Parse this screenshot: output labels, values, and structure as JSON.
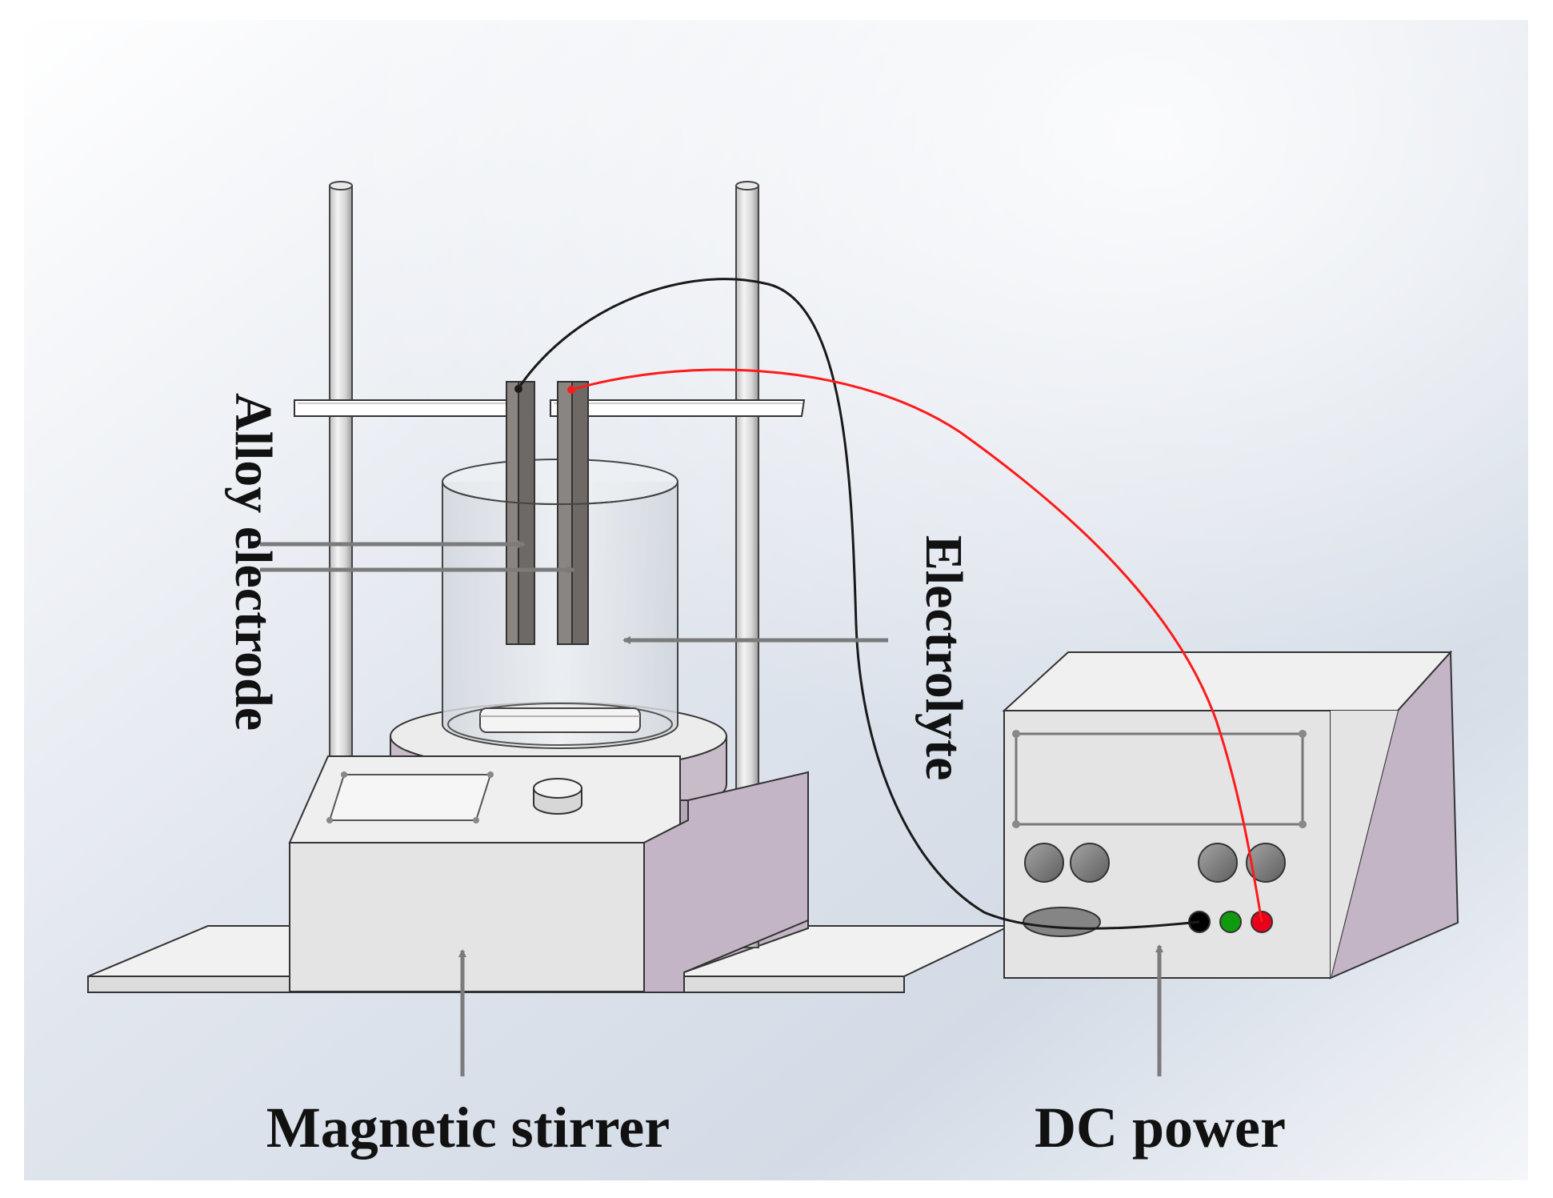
{
  "labels": {
    "alloy_electrode": "Alloy electrode",
    "electrolyte": "Electrolyte",
    "magnetic_stirrer": "Magnetic stirrer",
    "dc_power": "DC power"
  },
  "colors": {
    "background_gradient": "#d3dbe6",
    "background_light": "#ffffff",
    "device_face": "#e4e4e4",
    "device_side": "#c3b5c5",
    "electrode": "#86807d",
    "beaker_glass": "#e6eaee",
    "arrow": "#7b7b7b",
    "wire_negative": "#1a1a1a",
    "wire_positive": "#ff1a1a",
    "terminal_black": "#000000",
    "terminal_green": "#109a10",
    "terminal_red": "#e8001a",
    "knob": "#858585"
  }
}
